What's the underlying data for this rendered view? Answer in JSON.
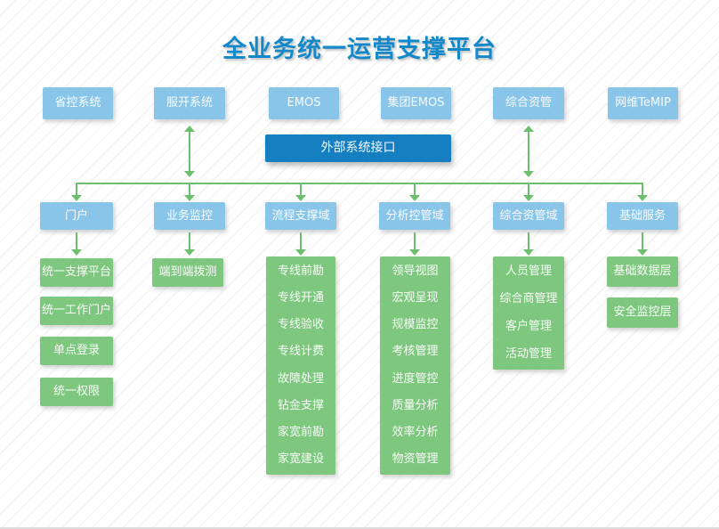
{
  "title": "全业务统一运营支撑平台",
  "colors": {
    "title_blue": "#1488c8",
    "light_blue_box": "#88c5e9",
    "dark_blue_box": "#157fc2",
    "green_box": "#7ec77e",
    "green_connector": "#6cbf6c"
  },
  "top_systems": [
    {
      "label": "省控系统"
    },
    {
      "label": "服开系统"
    },
    {
      "label": "EMOS"
    },
    {
      "label": "集团EMOS"
    },
    {
      "label": "综合资管"
    },
    {
      "label": "网维TeMIP"
    }
  ],
  "interface_bar": {
    "label": "外部系统接口"
  },
  "domains": [
    {
      "header": "门户",
      "items": [
        "统一支撑平台",
        "统一工作门户",
        "单点登录",
        "统一权限"
      ]
    },
    {
      "header": "业务监控",
      "items": [
        "端到端拨测"
      ]
    },
    {
      "header": "流程支撑域",
      "items": [
        "专线前勘",
        "专线开通",
        "专线验收",
        "专线计费",
        "故障处理",
        "钻金支撑",
        "家宽前勘",
        "家宽建设"
      ]
    },
    {
      "header": "分析控管域",
      "items": [
        "领导视图",
        "宏观呈现",
        "规模监控",
        "考核管理",
        "进度管控",
        "质量分析",
        "效率分析",
        "物资管理"
      ]
    },
    {
      "header": "综合资管域",
      "items": [
        "人员管理",
        "综合商管理",
        "客户管理",
        "活动管理"
      ]
    },
    {
      "header": "基础服务",
      "items": [
        "基础数据层",
        "安全监控层"
      ]
    }
  ]
}
